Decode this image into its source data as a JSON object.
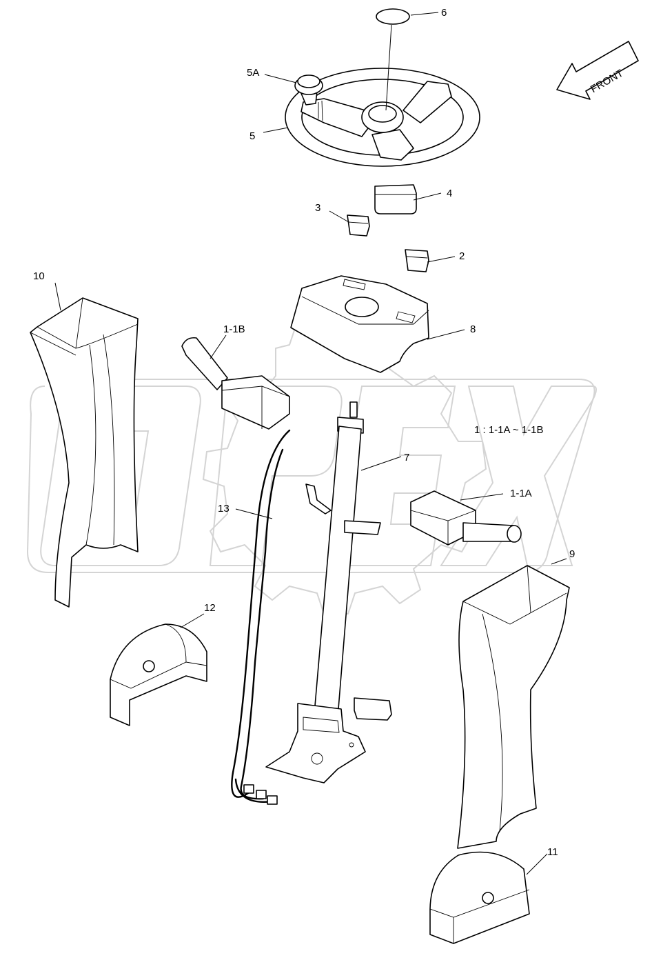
{
  "labels": {
    "p1": "1-1B",
    "p2": "1-1A",
    "p3": "2",
    "p4": "3",
    "p5": "4",
    "p6": "5",
    "p7": "5A",
    "p8": "6",
    "p9": "7",
    "p10": "8",
    "p11": "9",
    "p12": "10",
    "p13": "11",
    "p14": "12",
    "p15": "13"
  },
  "note": "1 : 1-1A ~ 1-1B",
  "direction_label": "FRONT",
  "watermark": "OPEX",
  "colors": {
    "line": "#000000",
    "watermark": "#d4d4d4",
    "background": "#ffffff"
  }
}
